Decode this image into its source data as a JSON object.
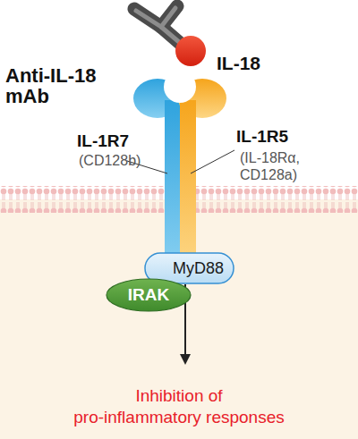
{
  "diagram": {
    "nodes": [
      {
        "text": [
          "IL-18"
        ]
      },
      {
        "text": [
          "MyD88"
        ]
      },
      {
        "text": [
          "IRAK"
        ]
      }
    ],
    "labels": [
      "Anti-IL-18 mAb",
      "IL-1R7",
      "(CD128b)",
      "IL-1R5",
      "(IL-18Rα, CD128a)",
      "Inhibition of pro-inflammatory responses"
    ]
  }
}
